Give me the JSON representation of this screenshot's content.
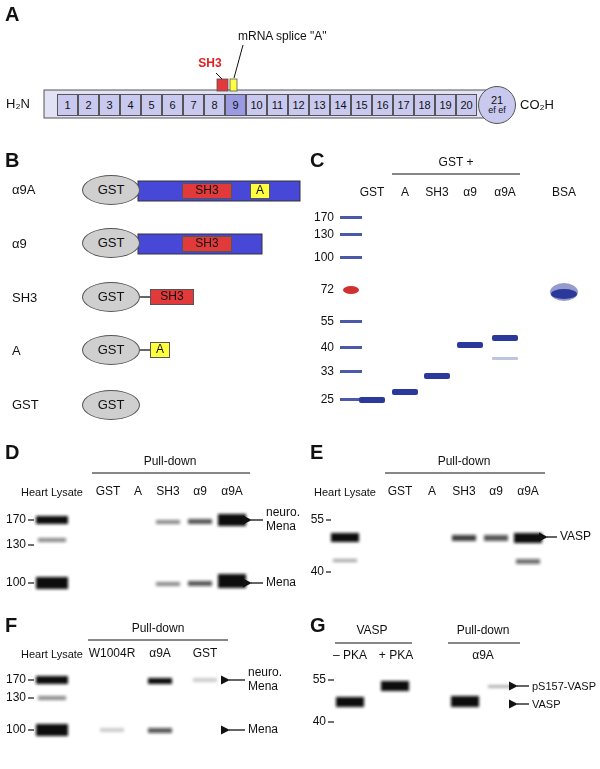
{
  "diagram": {
    "nodes": [
      {
        "text": [
          "1"
        ]
      },
      {
        "text": [
          "2"
        ]
      },
      {
        "text": [
          "3"
        ]
      },
      {
        "text": [
          "4"
        ]
      },
      {
        "text": [
          "5"
        ]
      },
      {
        "text": [
          "6"
        ]
      },
      {
        "text": [
          "7"
        ]
      },
      {
        "text": [
          "8"
        ]
      },
      {
        "text": [
          "9"
        ]
      },
      {
        "text": [
          "10"
        ]
      },
      {
        "text": [
          "11"
        ]
      },
      {
        "text": [
          "12"
        ]
      },
      {
        "text": [
          "13"
        ]
      },
      {
        "text": [
          "14"
        ]
      },
      {
        "text": [
          "15"
        ]
      },
      {
        "text": [
          "16"
        ]
      },
      {
        "text": [
          "17"
        ]
      },
      {
        "text": [
          "18"
        ]
      },
      {
        "text": [
          "19"
        ]
      },
      {
        "text": [
          "20"
        ]
      },
      {
        "text": [
          "21",
          "ef ef"
        ]
      },
      {
        "text": [
          "GST"
        ]
      },
      {
        "text": [
          "SH3"
        ]
      },
      {
        "text": [
          "A"
        ]
      },
      {
        "text": [
          "GST"
        ]
      },
      {
        "text": [
          "SH3"
        ]
      },
      {
        "text": [
          "GST"
        ]
      },
      {
        "text": [
          "SH3"
        ]
      },
      {
        "text": [
          "GST"
        ]
      },
      {
        "text": [
          "A"
        ]
      },
      {
        "text": [
          "GST"
        ]
      }
    ],
    "edges": [
      {
        "from": 26,
        "to": 27,
        "arrow": "none"
      },
      {
        "from": 28,
        "to": 29,
        "arrow": "none"
      }
    ],
    "labels": [
      "A",
      "SH3",
      "mRNA splice \"A\"",
      "H₂N",
      "CO₂H",
      "B",
      "α9A",
      "α9",
      "SH3",
      "A",
      "GST",
      "C",
      "GST +",
      "GST",
      "A",
      "SH3",
      "α9",
      "α9A",
      "BSA",
      "170",
      "130",
      "100",
      "72",
      "55",
      "40",
      "33",
      "25",
      "D",
      "Heart Lysate",
      "Pull-down",
      "GST",
      "A",
      "SH3",
      "α9",
      "α9A",
      "170",
      "130",
      "100",
      "neuro. Mena",
      "Mena",
      "E",
      "Heart Lysate",
      "Pull-down",
      "GST",
      "A",
      "SH3",
      "α9",
      "α9A",
      "55",
      "40",
      "VASP",
      "F",
      "Heart Lysate",
      "Pull-down",
      "W1004R",
      "α9A",
      "GST",
      "170",
      "130",
      "100",
      "neuro. Mena",
      "Mena",
      "G",
      "VASP",
      "Pull-down",
      "– PKA",
      "+ PKA",
      "α9A",
      "55",
      "40",
      "pS157-VASP",
      "VASP"
    ]
  }
}
